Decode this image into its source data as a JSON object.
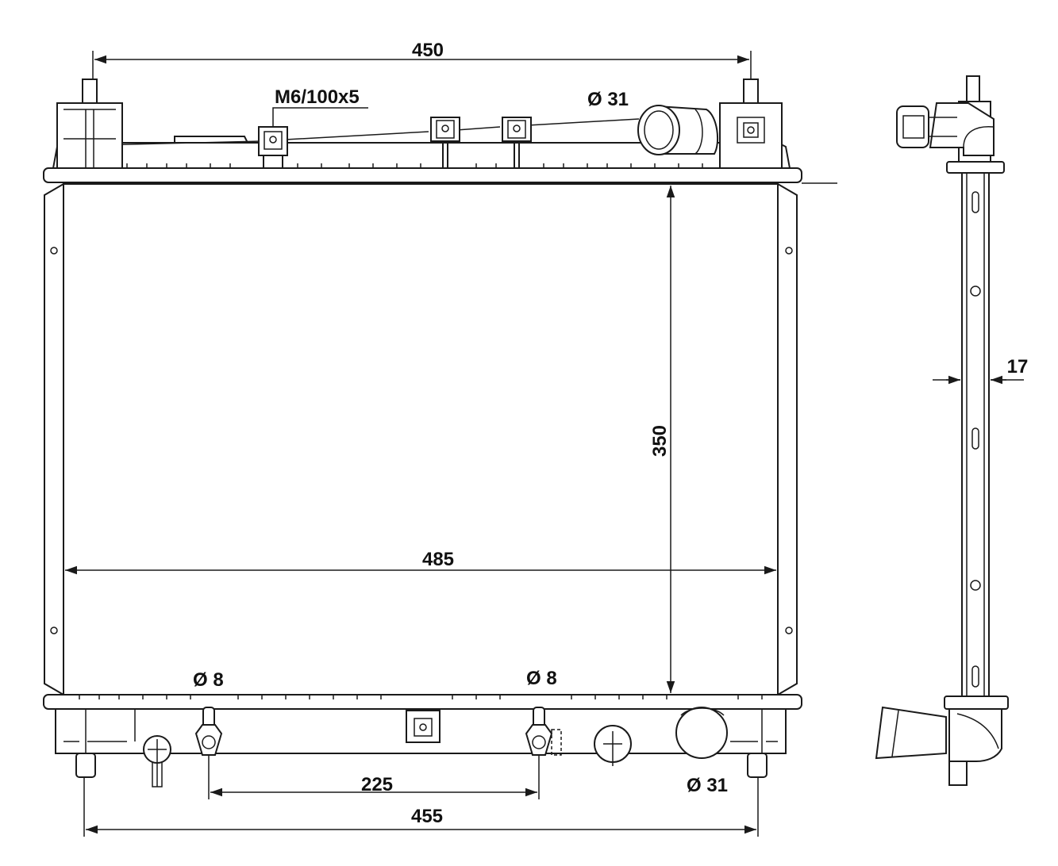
{
  "dimensions": {
    "top_width": "450",
    "thread": "M6/100x5",
    "inlet_diameter": "Ø 31",
    "core_height": "350",
    "core_width": "485",
    "drain_left_diameter": "Ø 8",
    "drain_right_diameter": "Ø 8",
    "outlet_diameter": "Ø 31",
    "pin_spacing": "225",
    "bottom_width": "455",
    "core_thickness": "17"
  },
  "colors": {
    "line": "#1a1a1a",
    "background": "#ffffff"
  }
}
